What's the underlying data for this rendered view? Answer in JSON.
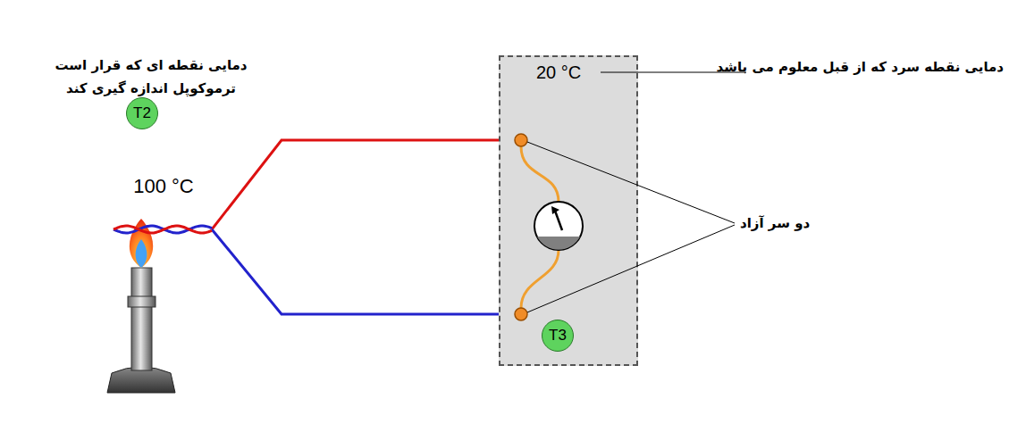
{
  "diagram": {
    "nodes": [
      {
        "text": [
          "T2"
        ]
      },
      {
        "text": [
          "20 °C"
        ]
      },
      {
        "text": [
          "T3"
        ],
        "in": 1
      }
    ],
    "labels": [
      "دمایی نقطه ای که قرار است ترموکوپل اندازه گیری کند",
      "100 °C",
      "دمایی نقطه سرد که از قبل معلوم می باشد",
      "دو سر آزاد"
    ]
  }
}
